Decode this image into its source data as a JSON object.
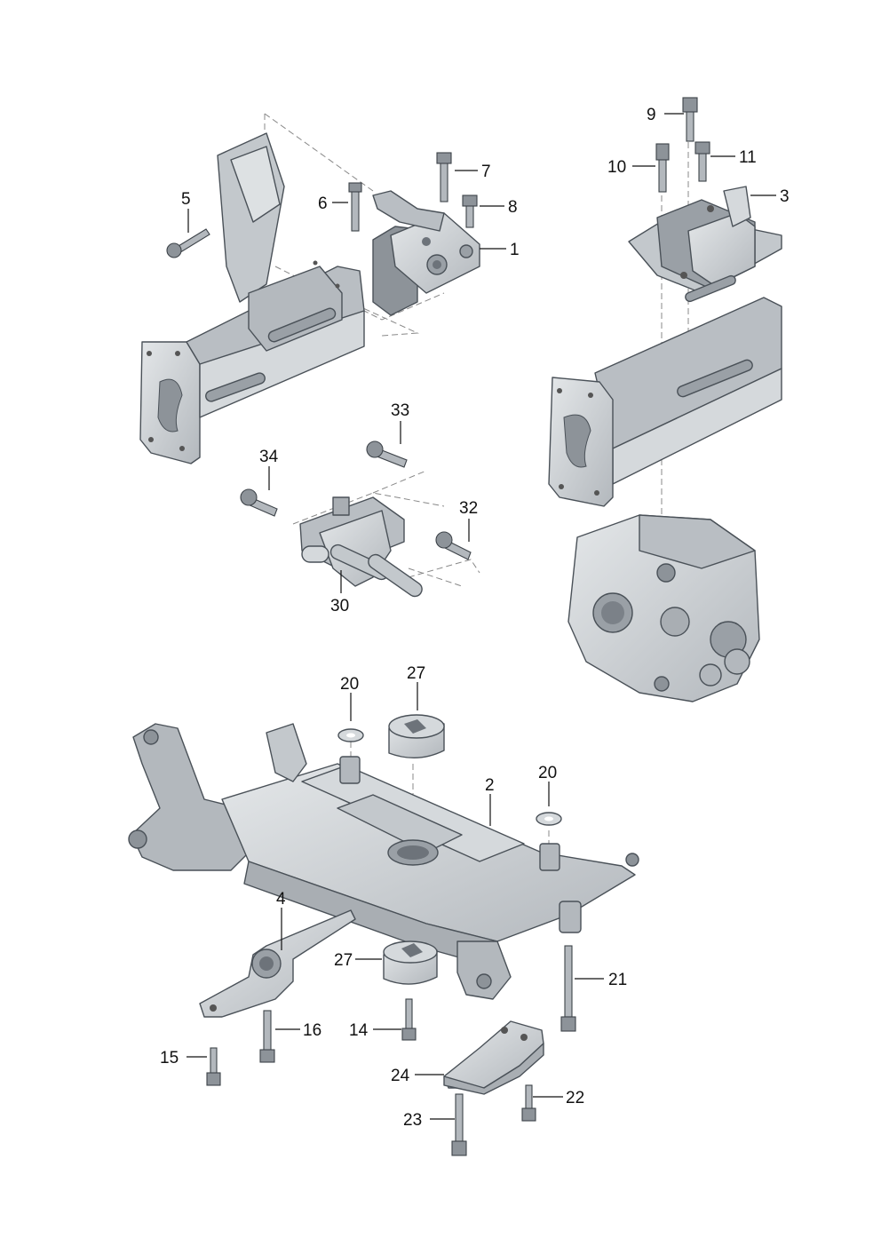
{
  "diagram": {
    "parts": [
      {
        "id": "left-longitudinal-member",
        "name": "left-longitudinal-member"
      },
      {
        "id": "right-longitudinal-member",
        "name": "right-longitudinal-member"
      },
      {
        "id": "gearbox-housing",
        "name": "gearbox-housing"
      },
      {
        "id": "engine-mount",
        "name": "engine-mount"
      },
      {
        "id": "gearbox-mount",
        "name": "gearbox-mount"
      },
      {
        "id": "mount-bracket",
        "name": "mount-bracket"
      },
      {
        "id": "subframe",
        "name": "subframe"
      },
      {
        "id": "pendulum-support",
        "name": "pendulum-support"
      },
      {
        "id": "support-bracket",
        "name": "support-bracket"
      }
    ],
    "callouts": [
      {
        "id": "c1",
        "label": "1"
      },
      {
        "id": "c2",
        "label": "2"
      },
      {
        "id": "c3",
        "label": "3"
      },
      {
        "id": "c4",
        "label": "4"
      },
      {
        "id": "c5",
        "label": "5"
      },
      {
        "id": "c6",
        "label": "6"
      },
      {
        "id": "c7",
        "label": "7"
      },
      {
        "id": "c8",
        "label": "8"
      },
      {
        "id": "c9",
        "label": "9"
      },
      {
        "id": "c10",
        "label": "10"
      },
      {
        "id": "c11",
        "label": "11"
      },
      {
        "id": "c14",
        "label": "14"
      },
      {
        "id": "c15",
        "label": "15"
      },
      {
        "id": "c16",
        "label": "16"
      },
      {
        "id": "c20a",
        "label": "20"
      },
      {
        "id": "c20b",
        "label": "20"
      },
      {
        "id": "c21",
        "label": "21"
      },
      {
        "id": "c22",
        "label": "22"
      },
      {
        "id": "c23",
        "label": "23"
      },
      {
        "id": "c24",
        "label": "24"
      },
      {
        "id": "c27a",
        "label": "27"
      },
      {
        "id": "c27b",
        "label": "27"
      },
      {
        "id": "c30",
        "label": "30"
      },
      {
        "id": "c32",
        "label": "32"
      },
      {
        "id": "c33",
        "label": "33"
      },
      {
        "id": "c34",
        "label": "34"
      }
    ],
    "colors": {
      "part_fill": "#c9cdd1",
      "part_shade": "#a9aeb3",
      "part_light": "#e3e6e8",
      "outline": "#4a5158",
      "label": "#111111",
      "dash": "#888888"
    }
  }
}
